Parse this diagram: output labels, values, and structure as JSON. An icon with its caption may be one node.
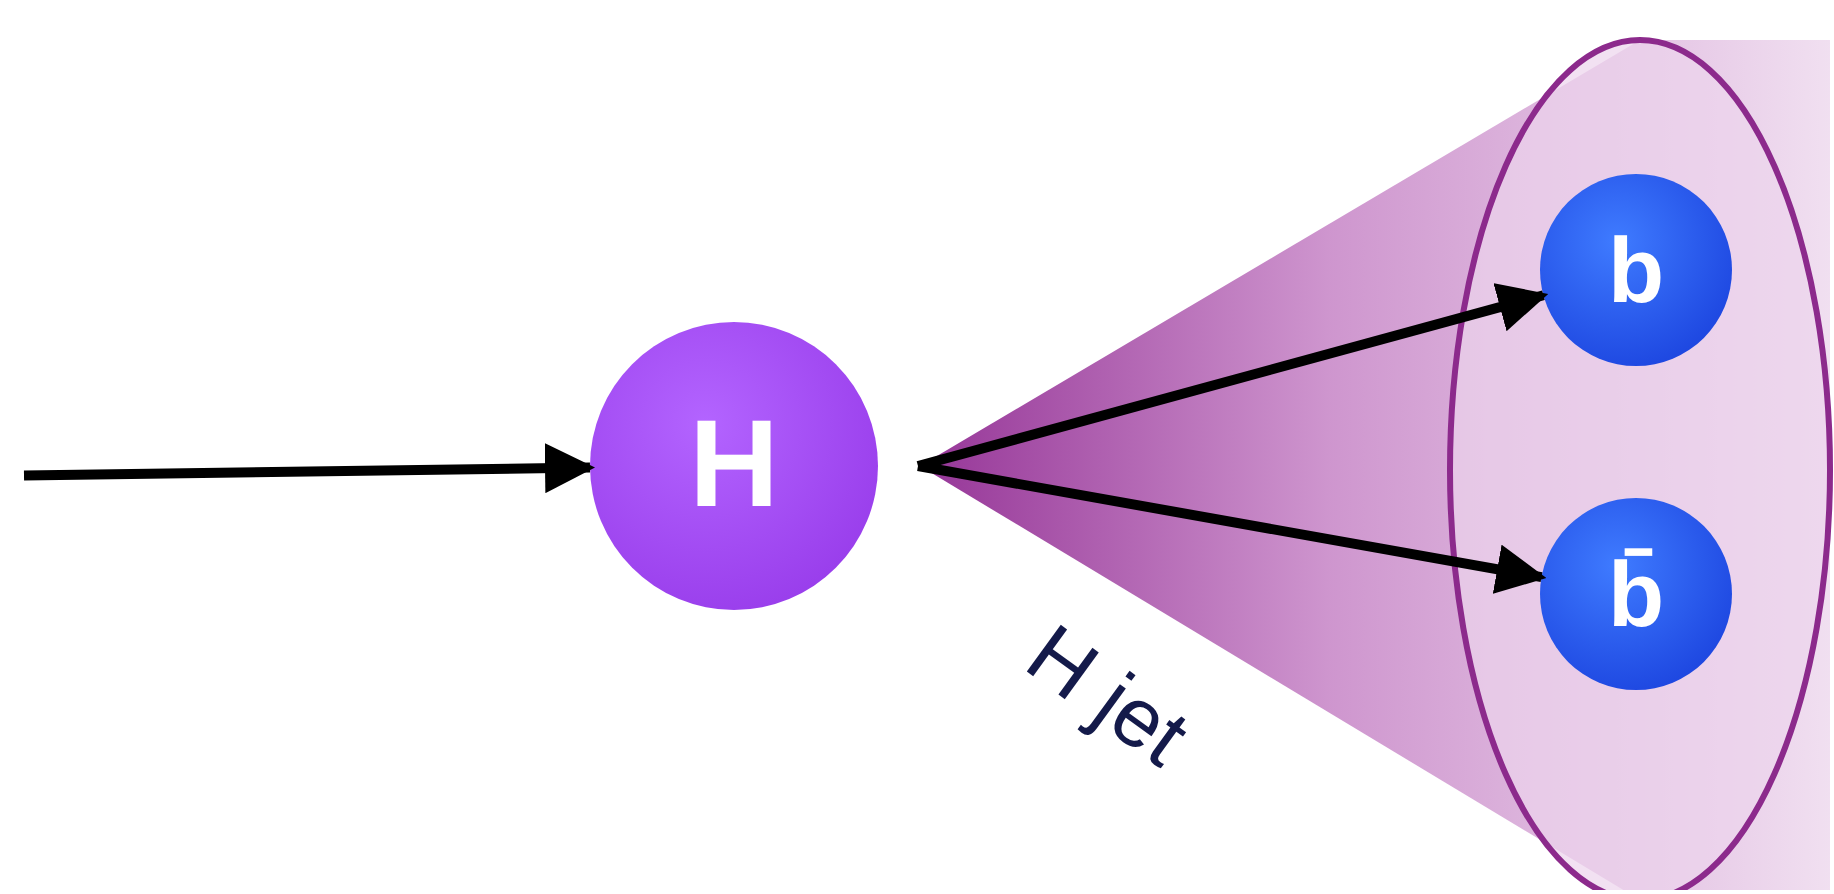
{
  "diagram": {
    "nodes": [
      {
        "text": [
          "H"
        ]
      },
      {
        "text": [
          "H jet"
        ]
      },
      {
        "text": [
          "b"
        ],
        "in": 1
      },
      {
        "text": [
          "b̄"
        ],
        "in": 1
      }
    ],
    "edges": [
      {
        "from": null,
        "to": 0,
        "arrow": "to"
      },
      {
        "from": 0,
        "to": 2,
        "arrow": "to"
      },
      {
        "from": 0,
        "to": 3,
        "arrow": "to"
      }
    ]
  }
}
